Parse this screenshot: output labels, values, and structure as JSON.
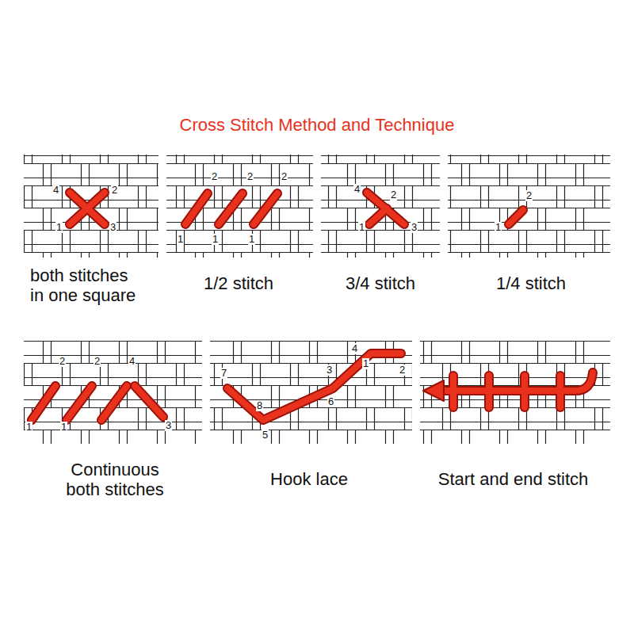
{
  "diagram": {
    "title": "Cross Stitch Method and Technique",
    "labels": [
      "4",
      "2",
      "1",
      "3",
      "2",
      "2",
      "2",
      "1",
      "1",
      "1",
      "4",
      "2",
      "1",
      "3",
      "2",
      "1",
      "both stitches in one square",
      "1/2 stitch",
      "3/4 stitch",
      "1/4 stitch",
      "2",
      "2",
      "4",
      "1",
      "1",
      "3",
      "7",
      "8",
      "5",
      "6",
      "3",
      "1",
      "4",
      "2",
      "Continuous both stitches",
      "Hook lace",
      "Start and end stitch"
    ]
  }
}
